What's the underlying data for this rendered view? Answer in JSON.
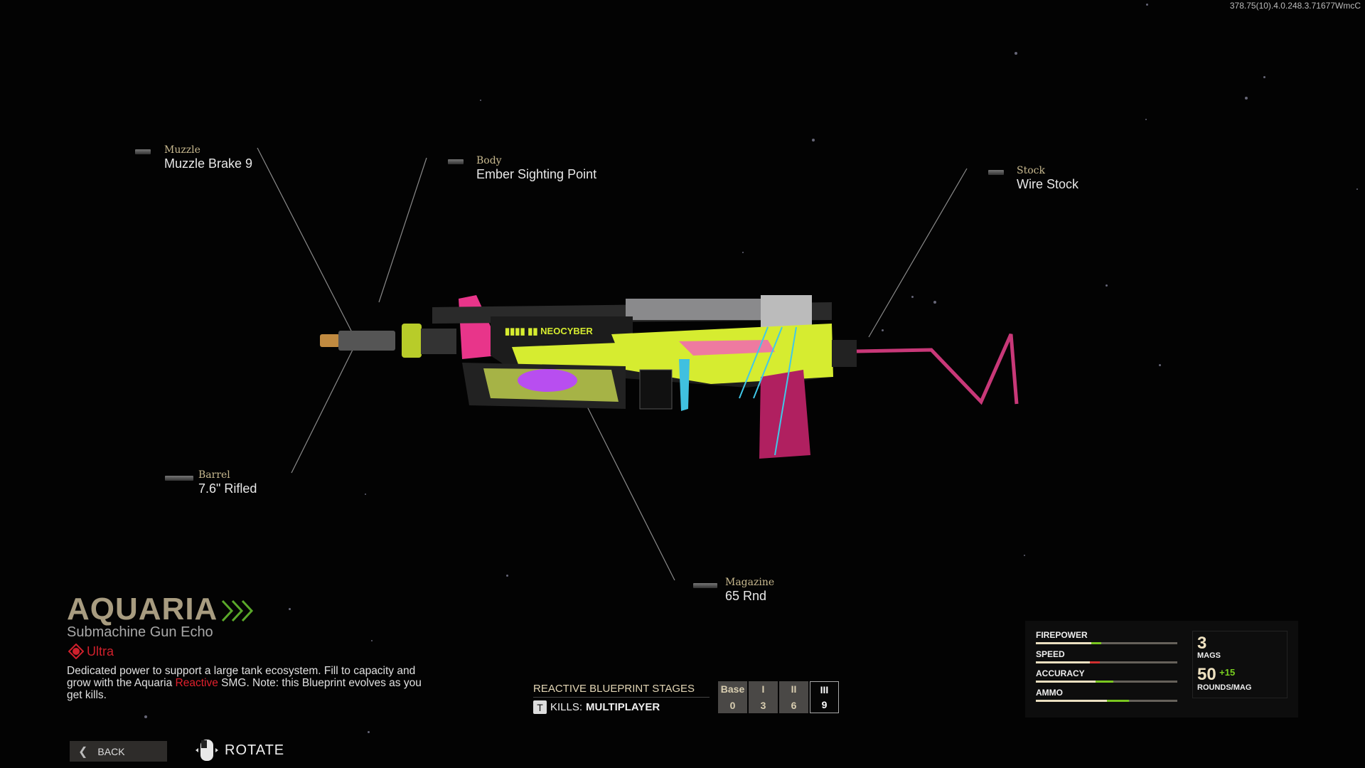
{
  "build_id": "378.75(10).4.0.248.3.71677WmcC",
  "attachments": [
    {
      "slot": "Muzzle",
      "name": "Muzzle Brake 9"
    },
    {
      "slot": "Body",
      "name": "Ember Sighting Point"
    },
    {
      "slot": "Stock",
      "name": "Wire Stock"
    },
    {
      "slot": "Barrel",
      "name": "7.6\" Rifled"
    },
    {
      "slot": "Magazine",
      "name": "65 Rnd"
    }
  ],
  "weapon": {
    "name": "AQUARIA",
    "subtitle": "Submachine Gun Echo",
    "rarity": "Ultra",
    "rarity_color": "#d0202c",
    "desc_1": "Dedicated power to support a large tank ecosystem. Fill to capacity and grow with the Aquaria ",
    "desc_highlight": "Reactive",
    "desc_2": " SMG. Note: this Blueprint evolves as you get kills."
  },
  "footer": {
    "back": "BACK",
    "rotate": "ROTATE"
  },
  "blueprint": {
    "title": "REACTIVE BLUEPRINT STAGES",
    "key": "T",
    "kills_label": "KILLS:",
    "mode": "MULTIPLAYER",
    "stages": [
      {
        "name": "Base",
        "kills": "0"
      },
      {
        "name": "I",
        "kills": "3"
      },
      {
        "name": "II",
        "kills": "6"
      },
      {
        "name": "III",
        "kills": "9"
      }
    ],
    "current_stage": 3
  },
  "stats": {
    "items": [
      {
        "label": "FIREPOWER",
        "base": 39,
        "mod": 46,
        "color": "#7ac620"
      },
      {
        "label": "SPEED",
        "base": 38,
        "mod": 45,
        "color": "#d03030"
      },
      {
        "label": "ACCURACY",
        "base": 42,
        "mod": 55,
        "color": "#7ac620"
      },
      {
        "label": "AMMO",
        "base": 50,
        "mod": 66,
        "color": "#7ac620"
      }
    ],
    "mags": "3",
    "mags_label": "MAGS",
    "rounds": "50",
    "rounds_bonus": "+15",
    "rounds_label": "ROUNDS/MAG"
  }
}
